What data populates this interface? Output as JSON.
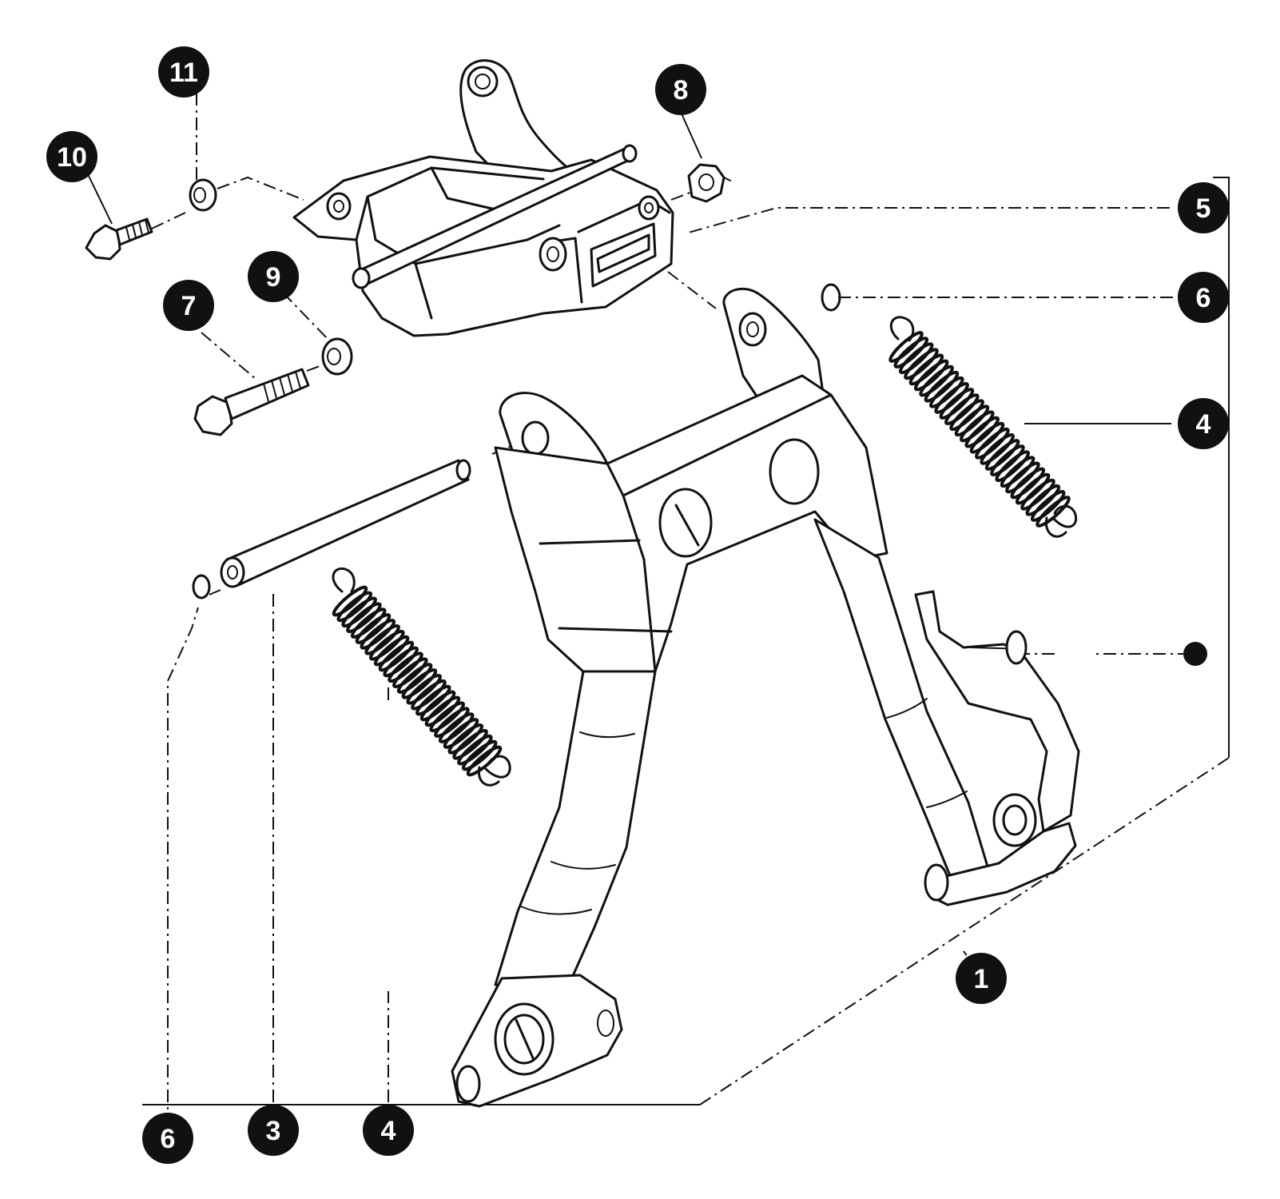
{
  "callouts": {
    "c1": "1",
    "c3": "3",
    "c4_bottom": "4",
    "c4_right": "4",
    "c5": "5",
    "c6_bottom": "6",
    "c6_right": "6",
    "c7": "7",
    "c8": "8",
    "c9": "9",
    "c10": "10",
    "c11": "11"
  },
  "colors": {
    "ink": "#111111",
    "background": "#ffffff"
  }
}
